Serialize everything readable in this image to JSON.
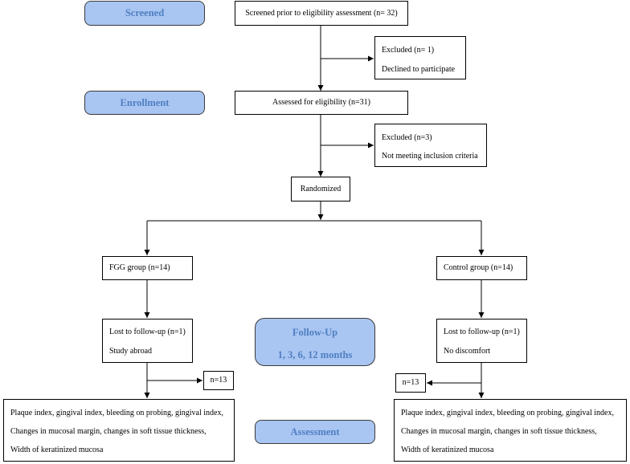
{
  "stages": {
    "screened": "Screened",
    "enrollment": "Enrollment",
    "follow_up": "Follow-Up",
    "follow_up_times": "1, 3, 6, 12 months",
    "assessment": "Assessment"
  },
  "boxes": {
    "screened_prior": "Screened prior to eligibility assessment (n= 32)",
    "excluded_1": [
      "Excluded  (n= 1)",
      "Declined to participate"
    ],
    "assessed": "Assessed for eligibility (n=31)",
    "excluded_2": [
      "Excluded  (n=3)",
      "Not meeting inclusion criteria"
    ],
    "randomized": "Randomized",
    "fgg_group": "FGG group (n=14)",
    "control_group": "Control group (n=14)",
    "lost_fgg": [
      "Lost to follow-up  (n=1)",
      "Study abroad"
    ],
    "lost_control": [
      "Lost to follow-up (n=1)",
      "No discomfort"
    ],
    "n13_left": "n=13",
    "n13_right": "n=13",
    "outcomes_left": [
      "Plaque index, gingival index, bleeding on probing, gingival index,",
      "Changes in mucosal margin, changes in soft tissue thickness,",
      "Width of keratinized mucosa"
    ],
    "outcomes_right": [
      "Plaque index, gingival index, bleeding on probing, gingival index,",
      "Changes in mucosal margin, changes in soft tissue thickness,",
      "Width of keratinized mucosa"
    ]
  },
  "colors": {
    "stage_fill": "#a9c5f2",
    "stage_text": "#4f7fc1",
    "line": "#000000"
  }
}
